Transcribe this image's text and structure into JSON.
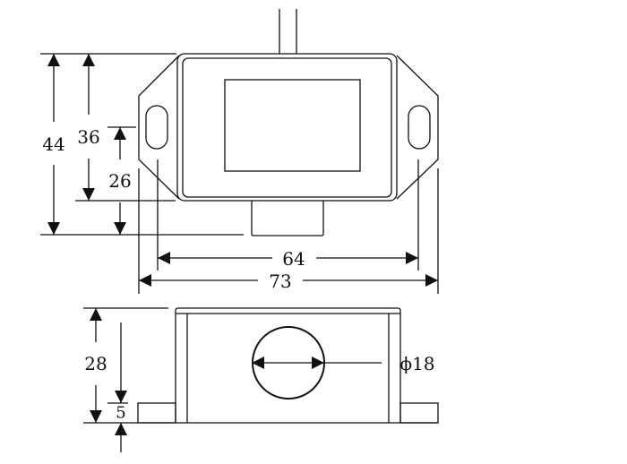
{
  "top_view": {
    "dimensions": {
      "overall_height": "44",
      "body_height": "36",
      "slot_to_body_bottom": "26",
      "slot_spacing": "64",
      "overall_width": "73"
    }
  },
  "side_view": {
    "dimensions": {
      "height": "28",
      "foot_height": "5",
      "hole_diameter": "ϕ18"
    }
  },
  "colors": {
    "line": "#111111",
    "background": "#ffffff"
  }
}
